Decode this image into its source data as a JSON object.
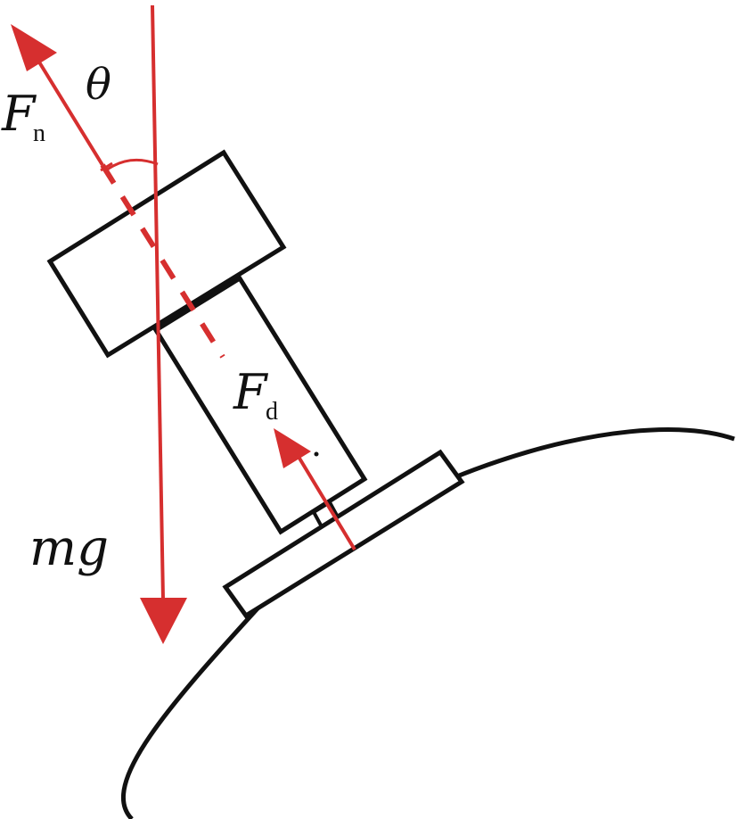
{
  "labels": {
    "normal_force": "F",
    "normal_force_sub": "n",
    "angle": "θ",
    "drag_force": "F",
    "drag_force_sub": "d",
    "gravity": "mg"
  },
  "colors": {
    "force": "#d62f2f",
    "outline": "#111111",
    "background": "#ffffff"
  }
}
